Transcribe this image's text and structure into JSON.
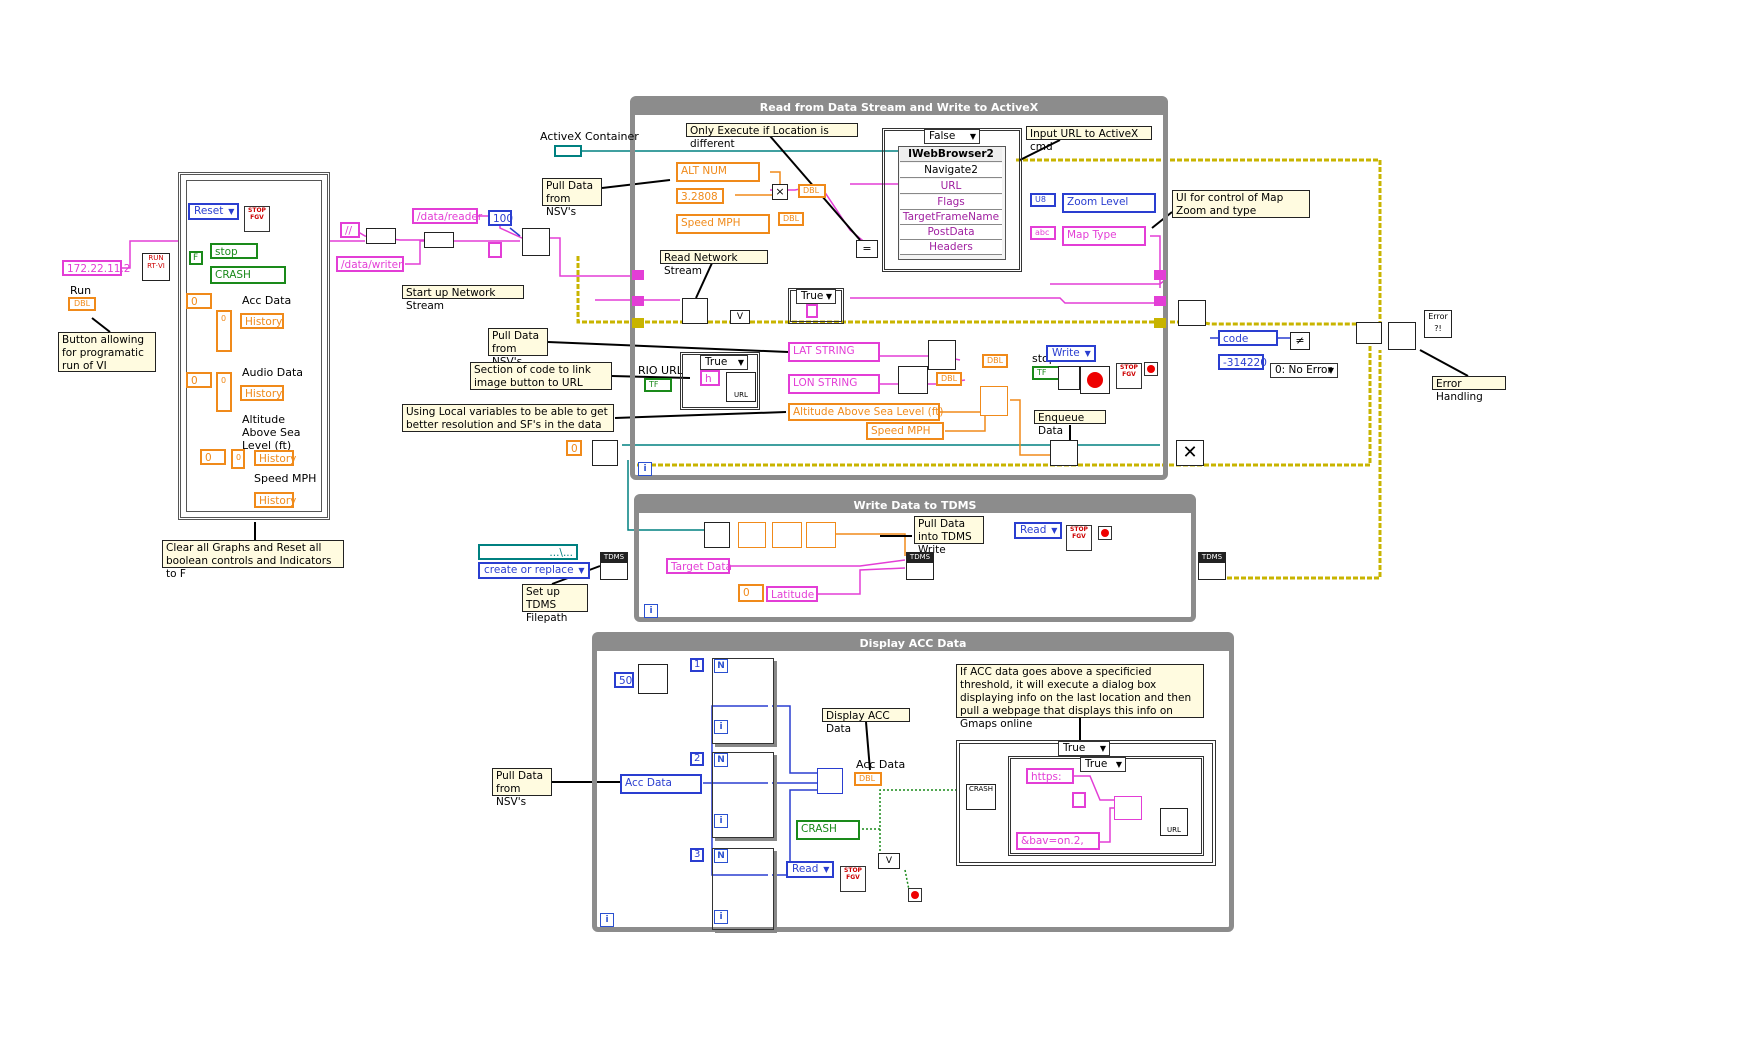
{
  "frames": {
    "main": "Read from Data Stream and Write to ActiveX",
    "tdms": "Write Data to TDMS",
    "acc": "Display ACC Data"
  },
  "notes": {
    "run_button": "Button allowing for programatic run of VI",
    "clear_graphs": "Clear all Graphs and Reset all boolean controls and Indicators to F",
    "start_stream": "Start up Network Stream",
    "pull_nsv_1": "Pull Data from NSV's",
    "pull_nsv_2": "Pull Data from NSV's",
    "pull_nsv_3": "Pull Data from NSV's",
    "only_execute": "Only Execute if Location is different",
    "read_stream": "Read Network Stream",
    "input_url": "Input URL to ActiveX cmd",
    "ui_zoom": "UI for control of Map Zoom and type",
    "section_link": "Section of code to link image button to URL",
    "local_vars": "Using Local variables to be able to get better resolution and SF's in the data",
    "enqueue": "Enqueue Data",
    "error_handling": "Error Handling",
    "pull_tdms": "Pull Data into TDMS Write",
    "setup_tdms": "Set up TDMS Filepath",
    "display_acc": "Display ACC Data",
    "acc_threshold": "If ACC data goes above a specificied threshold, it will execute a dialog box displaying info on the last location and then pull a webpage that displays this info on Gmaps online"
  },
  "labels": {
    "run": "Run",
    "acc_data": "Acc Data",
    "audio_data": "Audio Data",
    "altitude": "Altitude Above Sea Level (ft)",
    "speed": "Speed MPH",
    "activex_container": "ActiveX Container",
    "rio_url": "RIO URL",
    "stop": "stop",
    "acc_data_2": "Acc Data"
  },
  "constants": {
    "ip": "172.22.11.2",
    "reader": "/data/reader",
    "writer": "/data/writer",
    "slash": "//",
    "hundred": "100",
    "factor": "3.2808",
    "code_val": "-314220",
    "zero": "0",
    "fifty": "50",
    "n1": "1",
    "n2": "2",
    "n3": "3",
    "https": "https:",
    "bav": "&bav=on.2,",
    "h": "h",
    "dbl": "DBL",
    "tf": "TF",
    "n": "N",
    "i": "i",
    "abc": "abc",
    "u8": "U8",
    "tdms": "TDMS"
  },
  "controls": {
    "reset": "Reset",
    "stop_local": "stop",
    "crash": "CRASH",
    "history": "History",
    "alt_num": "ALT NUM",
    "speed_mph": "Speed MPH",
    "lat_string": "LAT STRING",
    "lon_string": "LON STRING",
    "alt_local": "Altitude Above Sea Level (ft)",
    "speed_local": "Speed MPH",
    "zoom_level": "Zoom Level",
    "map_type": "Map Type",
    "write": "Write",
    "read": "Read",
    "target_data": "Target Data",
    "latitude": "Latitude",
    "create_replace": "create or replace",
    "acc_data": "Acc Data",
    "crash_2": "CRASH",
    "read_2": "Read",
    "code": "code",
    "no_error": "0: No Error",
    "path": "...\\..."
  },
  "case_selectors": {
    "false": "False",
    "true_1": "True",
    "true_2": "True",
    "true_3": "True",
    "true_4": "True"
  },
  "activex_node": {
    "title": "IWebBrowser2",
    "method": "Navigate2",
    "params": [
      "URL",
      "Flags",
      "TargetFrameName",
      "PostData",
      "Headers"
    ]
  },
  "colors": {
    "string_wire": "#e33ed6",
    "numeric_wire": "#f08a1a",
    "int_wire": "#2a3ed0",
    "boolean_wire": "#1a8a1a",
    "error_wire": "#c8b400",
    "refnum_wire": "#008080",
    "frame_border": "#8c8c8c"
  }
}
